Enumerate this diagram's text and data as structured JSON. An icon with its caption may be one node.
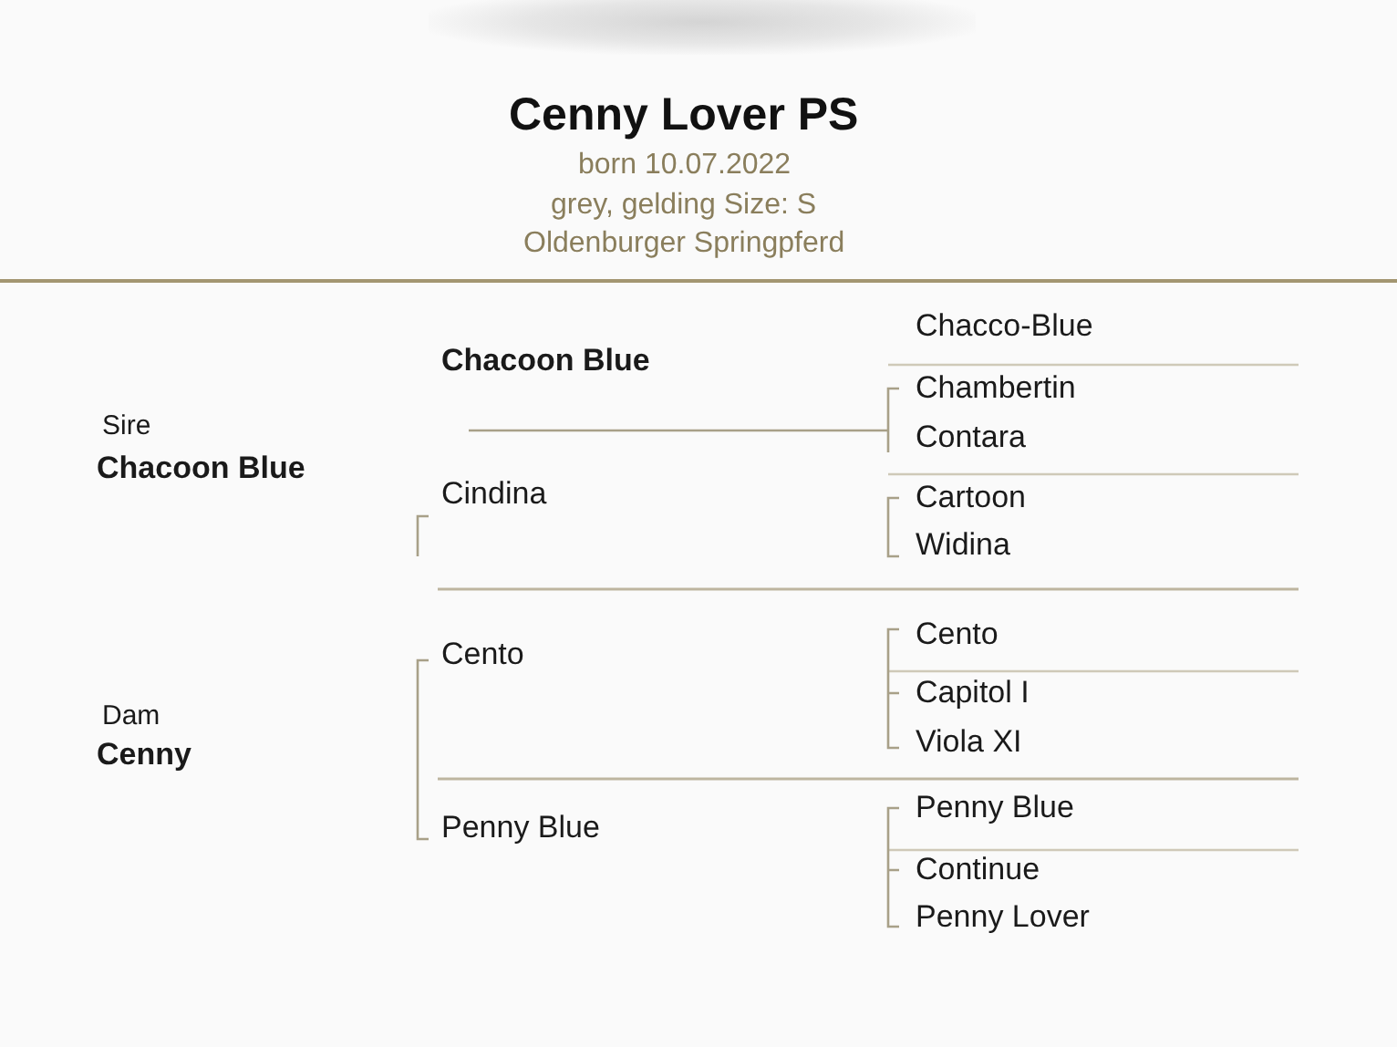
{
  "diagram": {
    "title": "Cenny Lover PS",
    "labels": [
      "born 10.07.2022",
      "grey, gelding Size: S",
      "Oldenburger Springpferd",
      "Sire",
      "Chacoon Blue",
      "Dam",
      "Cenny",
      "Chacoon Blue",
      "Cindina",
      "Cento",
      "Penny Blue",
      "Chacco-Blue",
      "Chambertin",
      "Contara",
      "Cartoon",
      "Widina",
      "Cento",
      "Capitol I",
      "Viola XI",
      "Penny Blue",
      "Continue",
      "Penny Lover"
    ]
  }
}
